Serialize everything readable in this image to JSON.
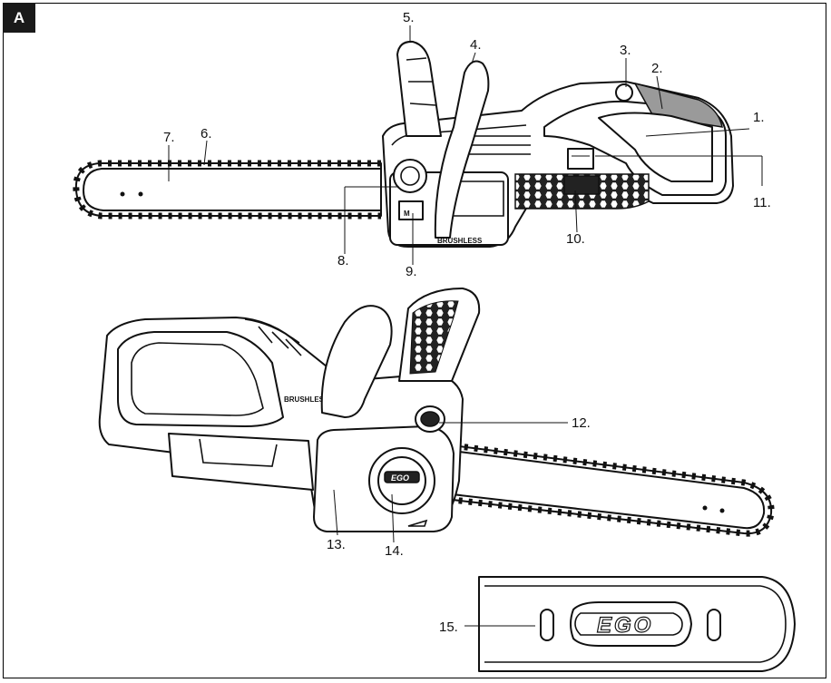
{
  "figure": {
    "badge": "A"
  },
  "callouts": [
    {
      "id": "1",
      "text": "1."
    },
    {
      "id": "2",
      "text": "2."
    },
    {
      "id": "3",
      "text": "3."
    },
    {
      "id": "4",
      "text": "4."
    },
    {
      "id": "5",
      "text": "5."
    },
    {
      "id": "6",
      "text": "6."
    },
    {
      "id": "7",
      "text": "7."
    },
    {
      "id": "8",
      "text": "8."
    },
    {
      "id": "9",
      "text": "9."
    },
    {
      "id": "10",
      "text": "10."
    },
    {
      "id": "11",
      "text": "11."
    },
    {
      "id": "12",
      "text": "12."
    },
    {
      "id": "13",
      "text": "13."
    },
    {
      "id": "14",
      "text": "14."
    },
    {
      "id": "15",
      "text": "15."
    }
  ],
  "markings": {
    "brushless": "BRUSHLESS",
    "brand": "EGO"
  }
}
